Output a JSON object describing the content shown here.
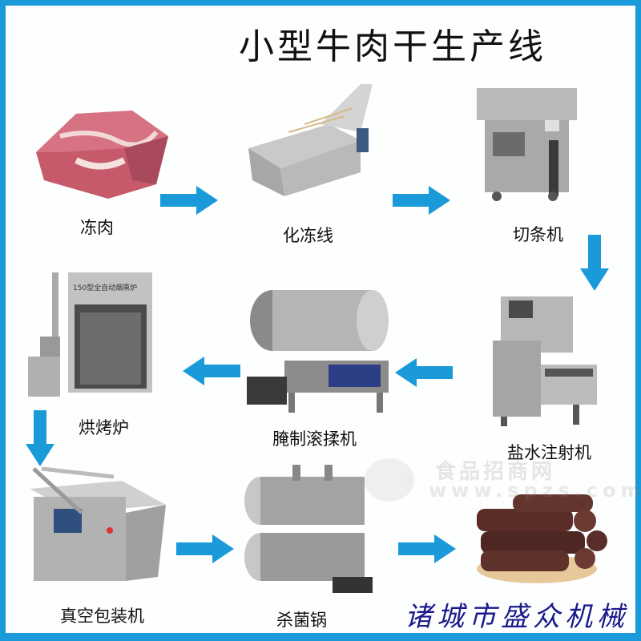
{
  "title": "小型牛肉干生产线",
  "colors": {
    "frame": "#1a9ad8",
    "arrow": "#1a9ad8",
    "company_text": "#1a1a8c",
    "label_text": "#111111"
  },
  "steps": [
    {
      "id": 1,
      "label": "冻肉",
      "image": "frozen-beef-block"
    },
    {
      "id": 2,
      "label": "化冻线",
      "image": "thawing-line-machine"
    },
    {
      "id": 3,
      "label": "切条机",
      "image": "strip-cutting-machine"
    },
    {
      "id": 4,
      "label": "盐水注射机",
      "image": "brine-injection-machine"
    },
    {
      "id": 5,
      "label": "腌制滚揉机",
      "image": "vacuum-tumbler-machine"
    },
    {
      "id": 6,
      "label": "烘烤炉",
      "image": "smoke-oven",
      "plate_text": "150型全自动烟熏炉"
    },
    {
      "id": 7,
      "label": "真空包装机",
      "image": "vacuum-packing-machine"
    },
    {
      "id": 8,
      "label": "杀菌锅",
      "image": "sterilization-retort"
    },
    {
      "id": 9,
      "label": "",
      "image": "finished-beef-jerky"
    }
  ],
  "arrows": [
    {
      "from": 1,
      "to": 2,
      "direction": "right"
    },
    {
      "from": 2,
      "to": 3,
      "direction": "right"
    },
    {
      "from": 3,
      "to": 4,
      "direction": "down"
    },
    {
      "from": 4,
      "to": 5,
      "direction": "left"
    },
    {
      "from": 5,
      "to": 6,
      "direction": "left"
    },
    {
      "from": 6,
      "to": 7,
      "direction": "down"
    },
    {
      "from": 7,
      "to": 8,
      "direction": "right"
    },
    {
      "from": 8,
      "to": 9,
      "direction": "right"
    }
  ],
  "watermark": {
    "text": "食品招商网",
    "url": "www.spzs.com"
  },
  "company": "诸城市盛众机械"
}
